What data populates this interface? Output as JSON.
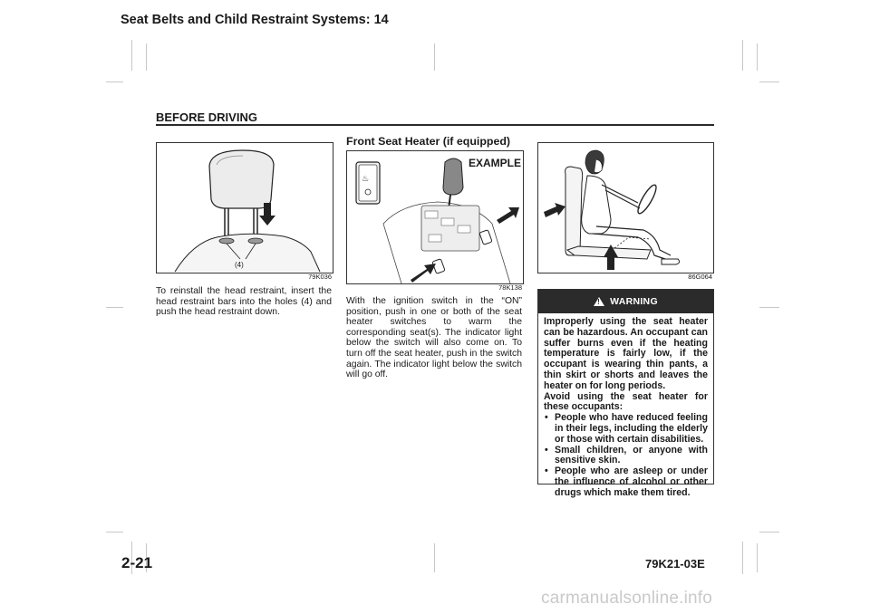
{
  "header": {
    "chapter_title": "Seat Belts and Child Restraint Systems: 14",
    "section_title": "BEFORE DRIVING"
  },
  "figures": {
    "head_restraint": {
      "code": "79K036",
      "callout": "(4)"
    },
    "seat_heater_switch": {
      "code": "78K138",
      "label": "EXAMPLE"
    },
    "seated_occupant": {
      "code": "86G064"
    }
  },
  "content": {
    "head_restraint_text": "To reinstall the head restraint, insert the head restraint bars into the holes (4) and push the head restraint down.",
    "seat_heater_heading": "Front Seat Heater (if equipped)",
    "seat_heater_text": "With the ignition switch in the “ON” position, push in one or both of the seat heater switches to warm the corresponding seat(s). The indicator light below the switch will also come on. To turn off the seat heater, push in the switch again. The indicator light below the switch will go off."
  },
  "warning": {
    "title": "WARNING",
    "para1": "Improperly using the seat heater can be hazardous. An occupant can suffer burns even if the heating temperature is fairly low, if the occupant is wearing thin pants, a thin skirt or shorts and leaves the heater on for long periods.",
    "para2": "Avoid using the seat heater for these occupants:",
    "items": [
      "People who have reduced feeling in their legs, including the elderly or those with certain disabilities.",
      "Small children, or anyone with sensitive skin.",
      "People who are asleep or under the influence of alcohol or other drugs which make them tired."
    ]
  },
  "footer": {
    "page_number": "2-21",
    "document_code": "79K21-03E",
    "watermark": "carmanualsonline.info"
  }
}
